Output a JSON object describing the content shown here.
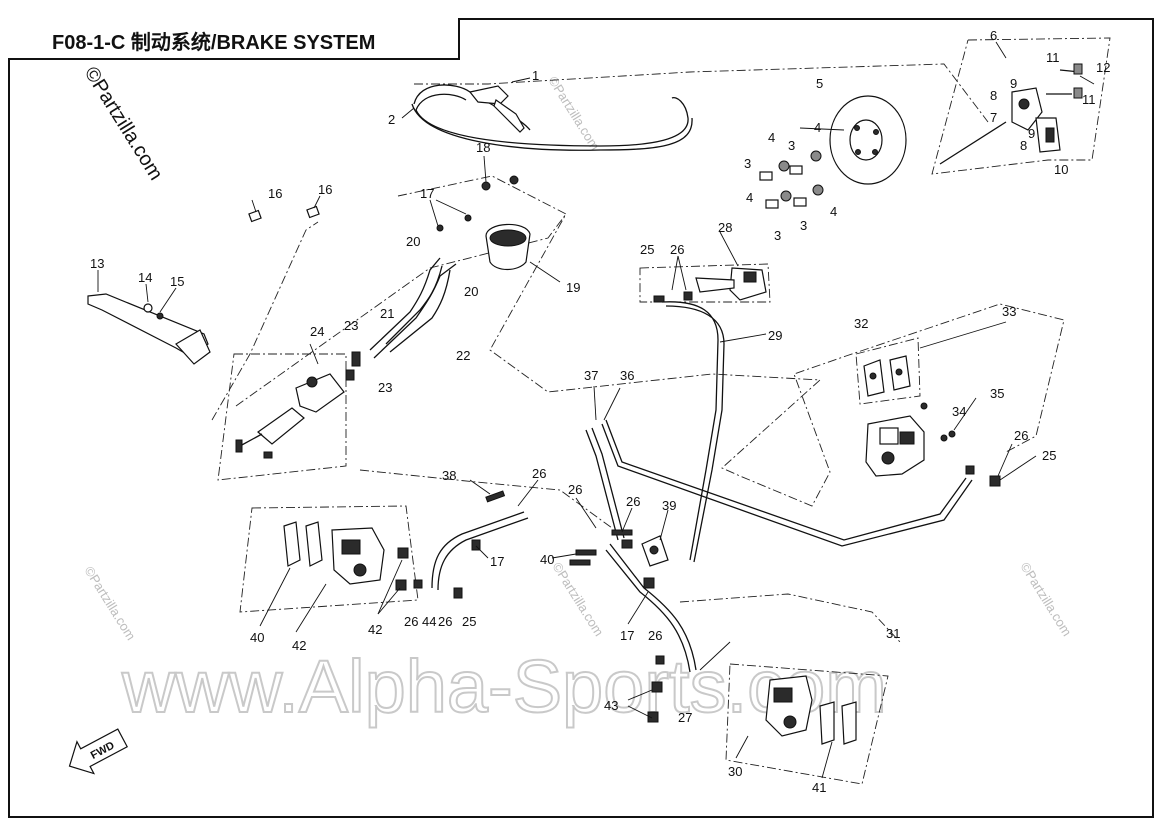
{
  "title": "F08-1-C 制动系统/BRAKE SYSTEM",
  "copyright": "©Partzilla.com",
  "watermark": "www.Alpha-Sports.com",
  "watermark_small": "©Partzilla.com",
  "direction_label": "FWD",
  "callouts": [
    "1",
    "2",
    "3",
    "4",
    "5",
    "6",
    "7",
    "8",
    "9",
    "10",
    "11",
    "12",
    "13",
    "14",
    "15",
    "16",
    "17",
    "18",
    "19",
    "20",
    "21",
    "22",
    "23",
    "24",
    "25",
    "26",
    "27",
    "28",
    "29",
    "30",
    "31",
    "32",
    "33",
    "34",
    "35",
    "36",
    "37",
    "38",
    "39",
    "40",
    "41",
    "42",
    "43",
    "44"
  ],
  "label_callouts": [
    "1",
    "2",
    "3",
    "3",
    "3",
    "3",
    "4",
    "4",
    "4",
    "4",
    "5",
    "6",
    "7",
    "8",
    "8",
    "9",
    "9",
    "10",
    "11",
    "11",
    "12",
    "13",
    "14",
    "15",
    "16",
    "16",
    "17",
    "17",
    "17",
    "18",
    "19",
    "20",
    "20",
    "21",
    "22",
    "23",
    "23",
    "24",
    "25",
    "25",
    "25",
    "26",
    "26",
    "26",
    "26",
    "26",
    "26",
    "26",
    "26",
    "27",
    "28",
    "29",
    "30",
    "31",
    "32",
    "33",
    "34",
    "35",
    "36",
    "37",
    "38",
    "39",
    "40",
    "40",
    "41",
    "42",
    "42",
    "43",
    "44"
  ]
}
